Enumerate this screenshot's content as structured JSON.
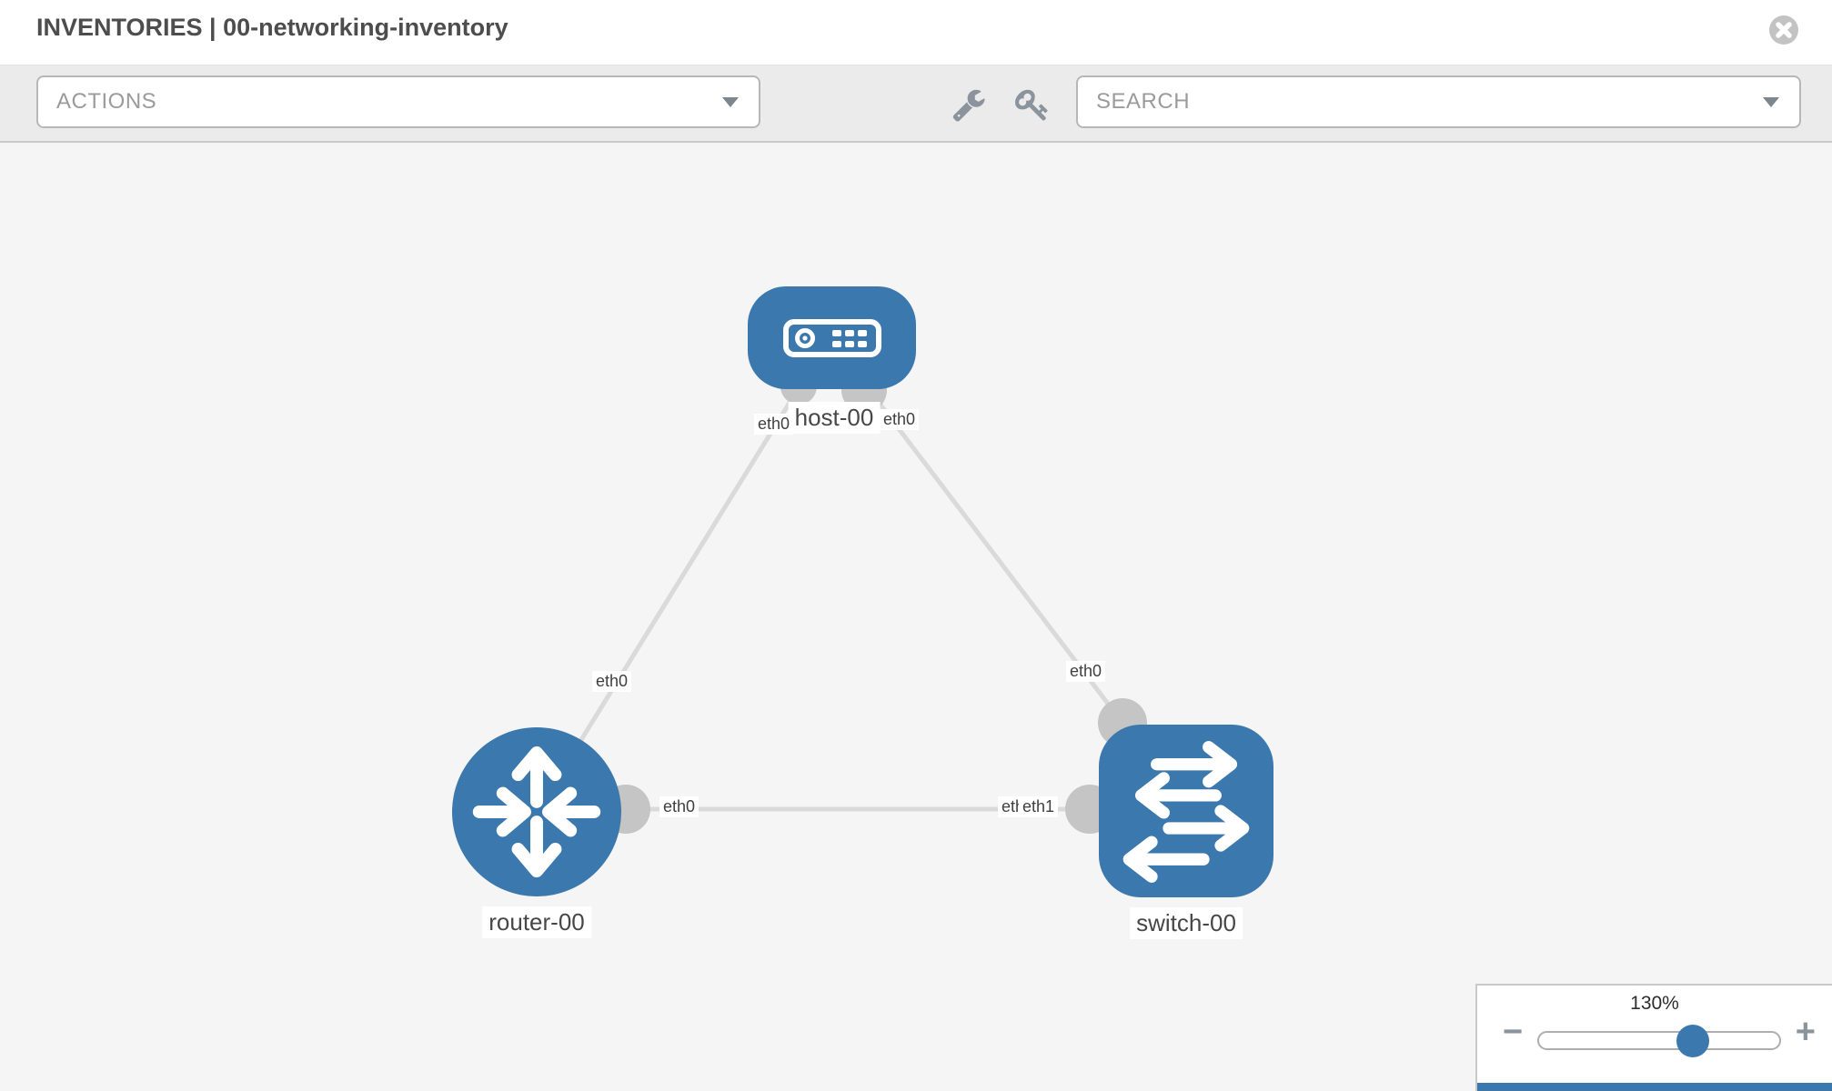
{
  "window": {
    "title": "INVENTORIES | 00-networking-inventory"
  },
  "header": {
    "close_icon": "close-circle"
  },
  "toolbar": {
    "actions_label": "ACTIONS",
    "search_label": "SEARCH",
    "wrench_icon": "wrench",
    "key_icon": "key"
  },
  "colors": {
    "node_blue": "#3a78ad",
    "link_gray": "#dadada",
    "stub_gray": "#c5c5c5",
    "toolbar_gray": "#ebebeb",
    "canvas_gray": "#f5f5f5"
  },
  "topology": {
    "nodes": [
      {
        "label": "host-00",
        "type": "host"
      },
      {
        "label": "router-00",
        "type": "router"
      },
      {
        "label": "switch-00",
        "type": "switch"
      }
    ],
    "interfaces": {
      "host_left": "eth0",
      "host_right": "eth0",
      "router_top": "eth0",
      "router_right": "eth0",
      "switch_top": "eth0",
      "switch_left_back": "eth0",
      "switch_left_front": "eth1"
    },
    "links": [
      {
        "source": "host-00",
        "target": "router-00",
        "source_interface": "eth0",
        "target_interface": "eth0"
      },
      {
        "source": "host-00",
        "target": "switch-00",
        "source_interface": "eth0",
        "target_interface": "eth0"
      },
      {
        "source": "router-00",
        "target": "switch-00",
        "source_interface": "eth0",
        "target_interface": "eth1"
      }
    ]
  },
  "zoom_panel": {
    "level": "130%",
    "minus_label": "−",
    "plus_label": "+",
    "value_percent": 64
  }
}
